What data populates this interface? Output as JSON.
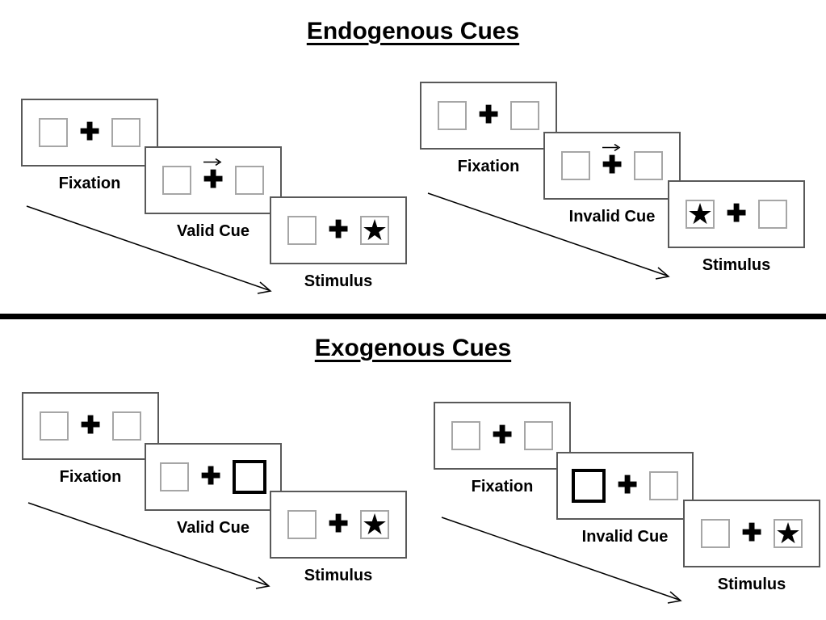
{
  "titles": {
    "endogenous": "Endogenous Cues",
    "exogenous": "Exogenous Cues"
  },
  "glyphs": {
    "plus": "✚",
    "star": "★"
  },
  "colors": {
    "background": "#ffffff",
    "panel_border": "#595959",
    "square_border": "#a6a6a6",
    "cue_square_border": "#000000",
    "text": "#000000",
    "divider": "#000000"
  },
  "groups": [
    {
      "id": "endogenous-valid",
      "panels": [
        {
          "label": "Fixation",
          "cue": "none",
          "left": "empty",
          "right": "empty"
        },
        {
          "label": "Valid Cue",
          "cue": "arrow-right",
          "left": "empty",
          "right": "empty"
        },
        {
          "label": "Stimulus",
          "cue": "none",
          "left": "empty",
          "right": "star"
        }
      ]
    },
    {
      "id": "endogenous-invalid",
      "panels": [
        {
          "label": "Fixation",
          "cue": "none",
          "left": "empty",
          "right": "empty"
        },
        {
          "label": "Invalid Cue",
          "cue": "arrow-right",
          "left": "empty",
          "right": "empty"
        },
        {
          "label": "Stimulus",
          "cue": "none",
          "left": "star",
          "right": "empty"
        }
      ]
    },
    {
      "id": "exogenous-valid",
      "panels": [
        {
          "label": "Fixation",
          "cue": "none",
          "left": "empty",
          "right": "empty"
        },
        {
          "label": "Valid Cue",
          "cue": "none",
          "left": "empty",
          "right": "cue-box"
        },
        {
          "label": "Stimulus",
          "cue": "none",
          "left": "empty",
          "right": "star"
        }
      ]
    },
    {
      "id": "exogenous-invalid",
      "panels": [
        {
          "label": "Fixation",
          "cue": "none",
          "left": "empty",
          "right": "empty"
        },
        {
          "label": "Invalid Cue",
          "cue": "none",
          "left": "cue-box",
          "right": "empty"
        },
        {
          "label": "Stimulus",
          "cue": "none",
          "left": "empty",
          "right": "star"
        }
      ]
    }
  ]
}
